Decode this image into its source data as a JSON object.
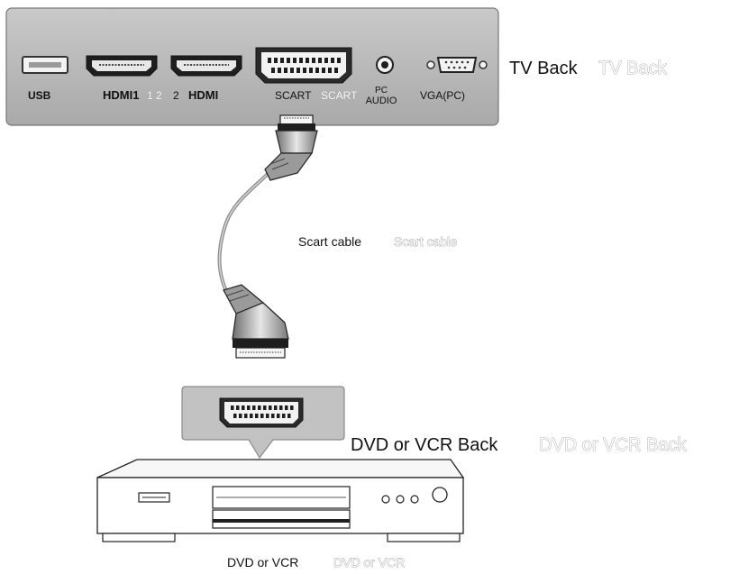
{
  "tv_panel": {
    "title": "TV Back",
    "title_ghost": "TV Back",
    "ports": {
      "usb": "USB",
      "hdmi1": "HDMI1",
      "hdmi1_ghost": "1 2",
      "hdmi2_num": "2",
      "hdmi2": "HDMI",
      "scart": "SCART",
      "scart_ghost": "SCART",
      "pc_audio_line1": "PC",
      "pc_audio_line2": "AUDIO",
      "vga": "VGA(PC)"
    }
  },
  "cable": {
    "label": "Scart cable",
    "label_ghost": "Scart cable"
  },
  "device": {
    "back_label": "DVD or VCR Back",
    "back_label_ghost": "DVD or VCR Back",
    "caption": "DVD or VCR",
    "caption_ghost": "DVD or VCR"
  },
  "colors": {
    "panel_fill": "#b9b9b9",
    "panel_stroke": "#777777",
    "port_fill": "#f2f2f2",
    "connector_dark": "#2a2a2a",
    "ghost_text": "#ffffff"
  }
}
